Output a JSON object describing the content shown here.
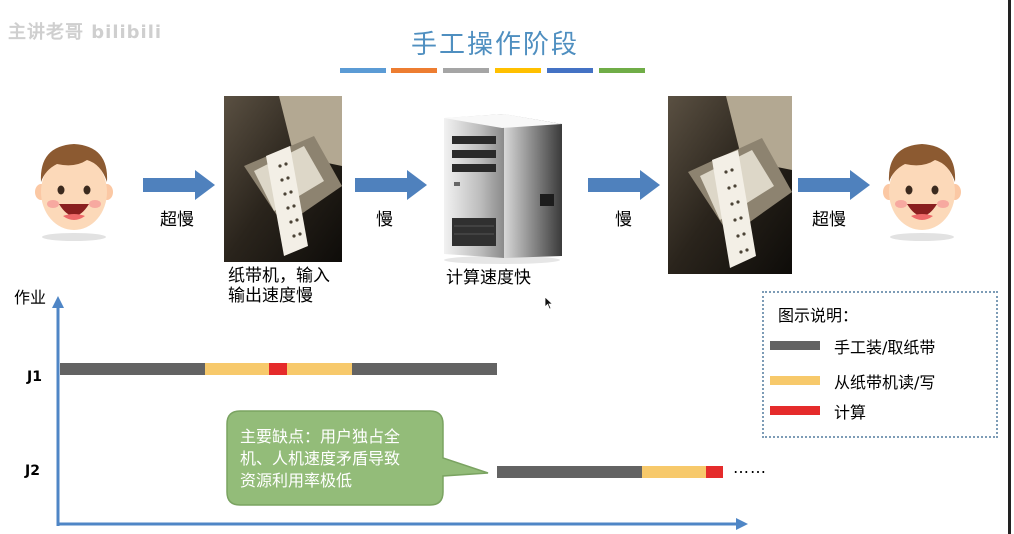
{
  "watermark": "主讲老哥 bilibili",
  "title": "手工操作阶段",
  "title_bar_colors": [
    "#5b9bd5",
    "#ed7d31",
    "#a5a5a5",
    "#ffc000",
    "#4472c4",
    "#70ad47"
  ],
  "flow": {
    "arrow1_label": "超慢",
    "tape_caption": [
      "纸带机，输入",
      "输出速度慢"
    ],
    "arrow2_label": "慢",
    "computer_caption": "计算速度快",
    "arrow3_label": "慢",
    "arrow4_label": "超慢"
  },
  "axis": {
    "y_label": "作业"
  },
  "jobs": [
    {
      "label": "J1"
    },
    {
      "label": "J2",
      "continues": "……"
    }
  ],
  "legend": {
    "title": "图示说明：",
    "items": [
      {
        "label": "手工装/取纸带",
        "color": "#636363"
      },
      {
        "label": "从纸带机读/写",
        "color": "#f7c96b"
      },
      {
        "label": "计算",
        "color": "#e52b2b"
      }
    ]
  },
  "callout": {
    "lines": [
      "主要缺点：用户独占全",
      "机、人机速度矛盾导致",
      "资源利用率极低"
    ],
    "fill": "#93bc79"
  },
  "colors": {
    "arrow": "#4f81bd",
    "axis": "#4f86c6"
  }
}
